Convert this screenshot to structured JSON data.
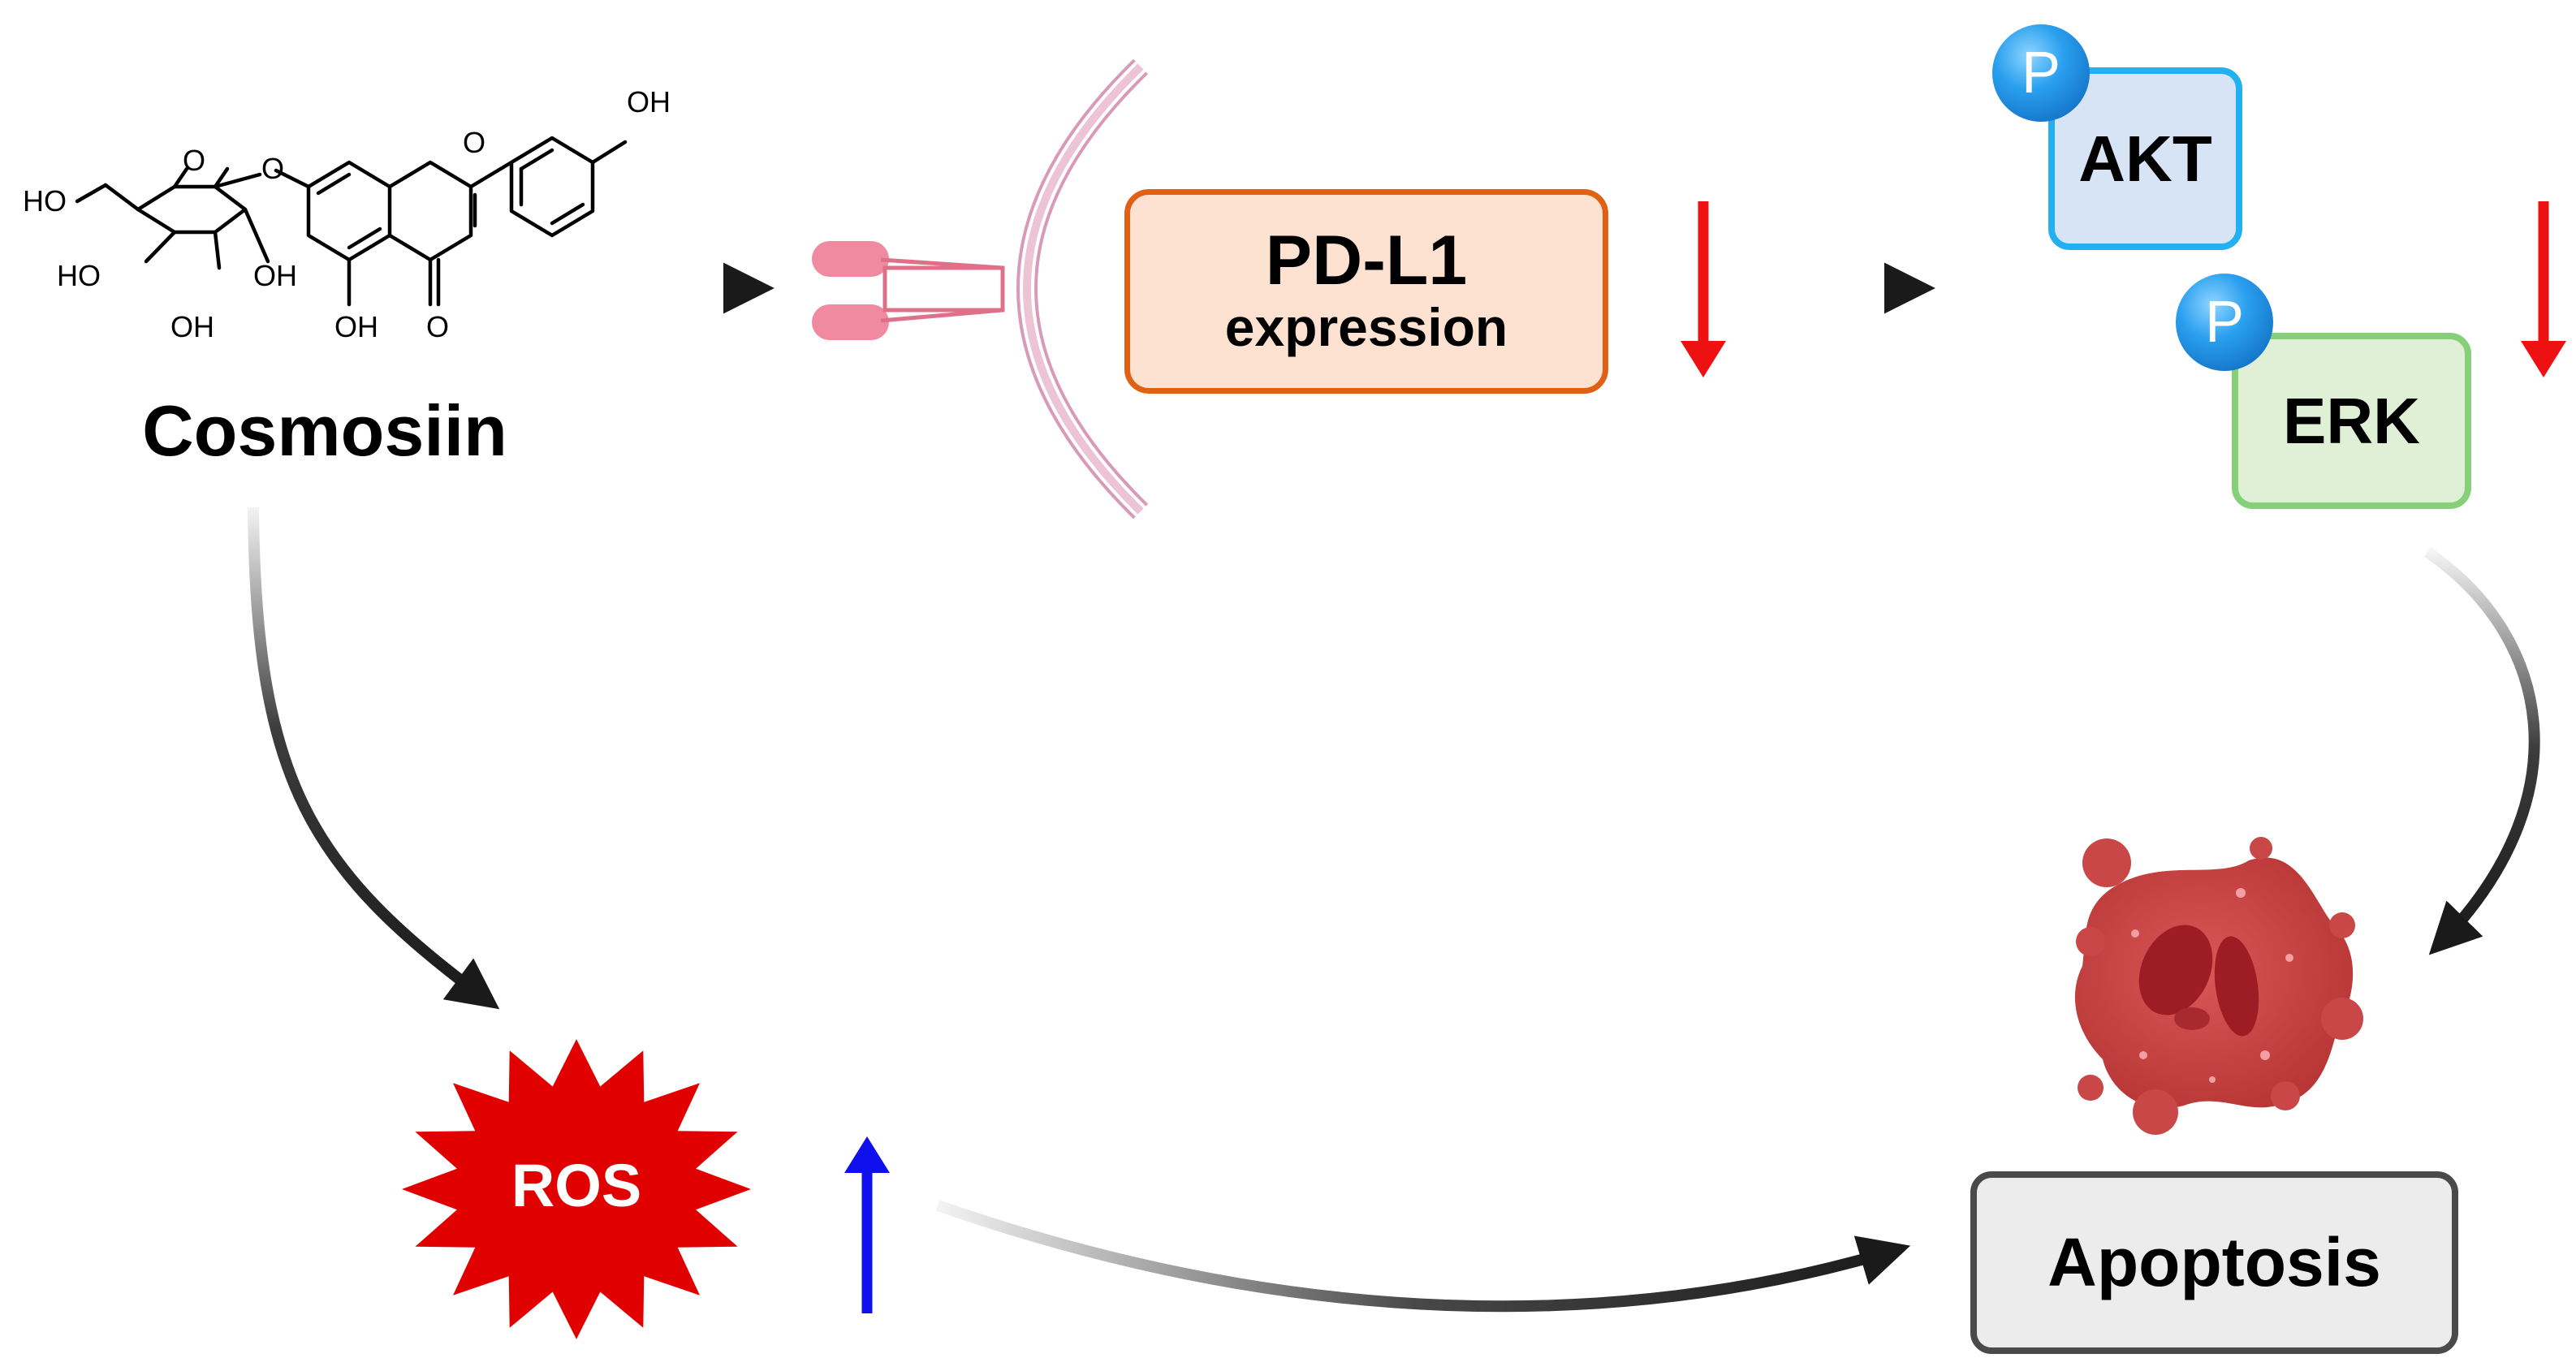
{
  "compound": {
    "name": "Cosmosiin",
    "atom_labels": [
      "HO",
      "O",
      "O",
      "O",
      "OH",
      "HO",
      "OH",
      "OH",
      "OH",
      "O"
    ]
  },
  "pdl1": {
    "title": "PD-L1",
    "subtitle": "expression"
  },
  "akt": {
    "label": "AKT",
    "phospho": "P"
  },
  "erk": {
    "label": "ERK",
    "phospho": "P"
  },
  "ros": {
    "label": "ROS"
  },
  "apoptosis": {
    "label": "Apoptosis"
  },
  "colors": {
    "decrease_arrow": "#ee1111",
    "increase_arrow": "#1010ee",
    "flow_arrow": "#1a1a1a",
    "ros_burst": "#e00000",
    "pdl1_border": "#e06016",
    "akt_border": "#22b0f0",
    "erk_border": "#86d07a",
    "apoptosis_border": "#4a4a4a"
  }
}
